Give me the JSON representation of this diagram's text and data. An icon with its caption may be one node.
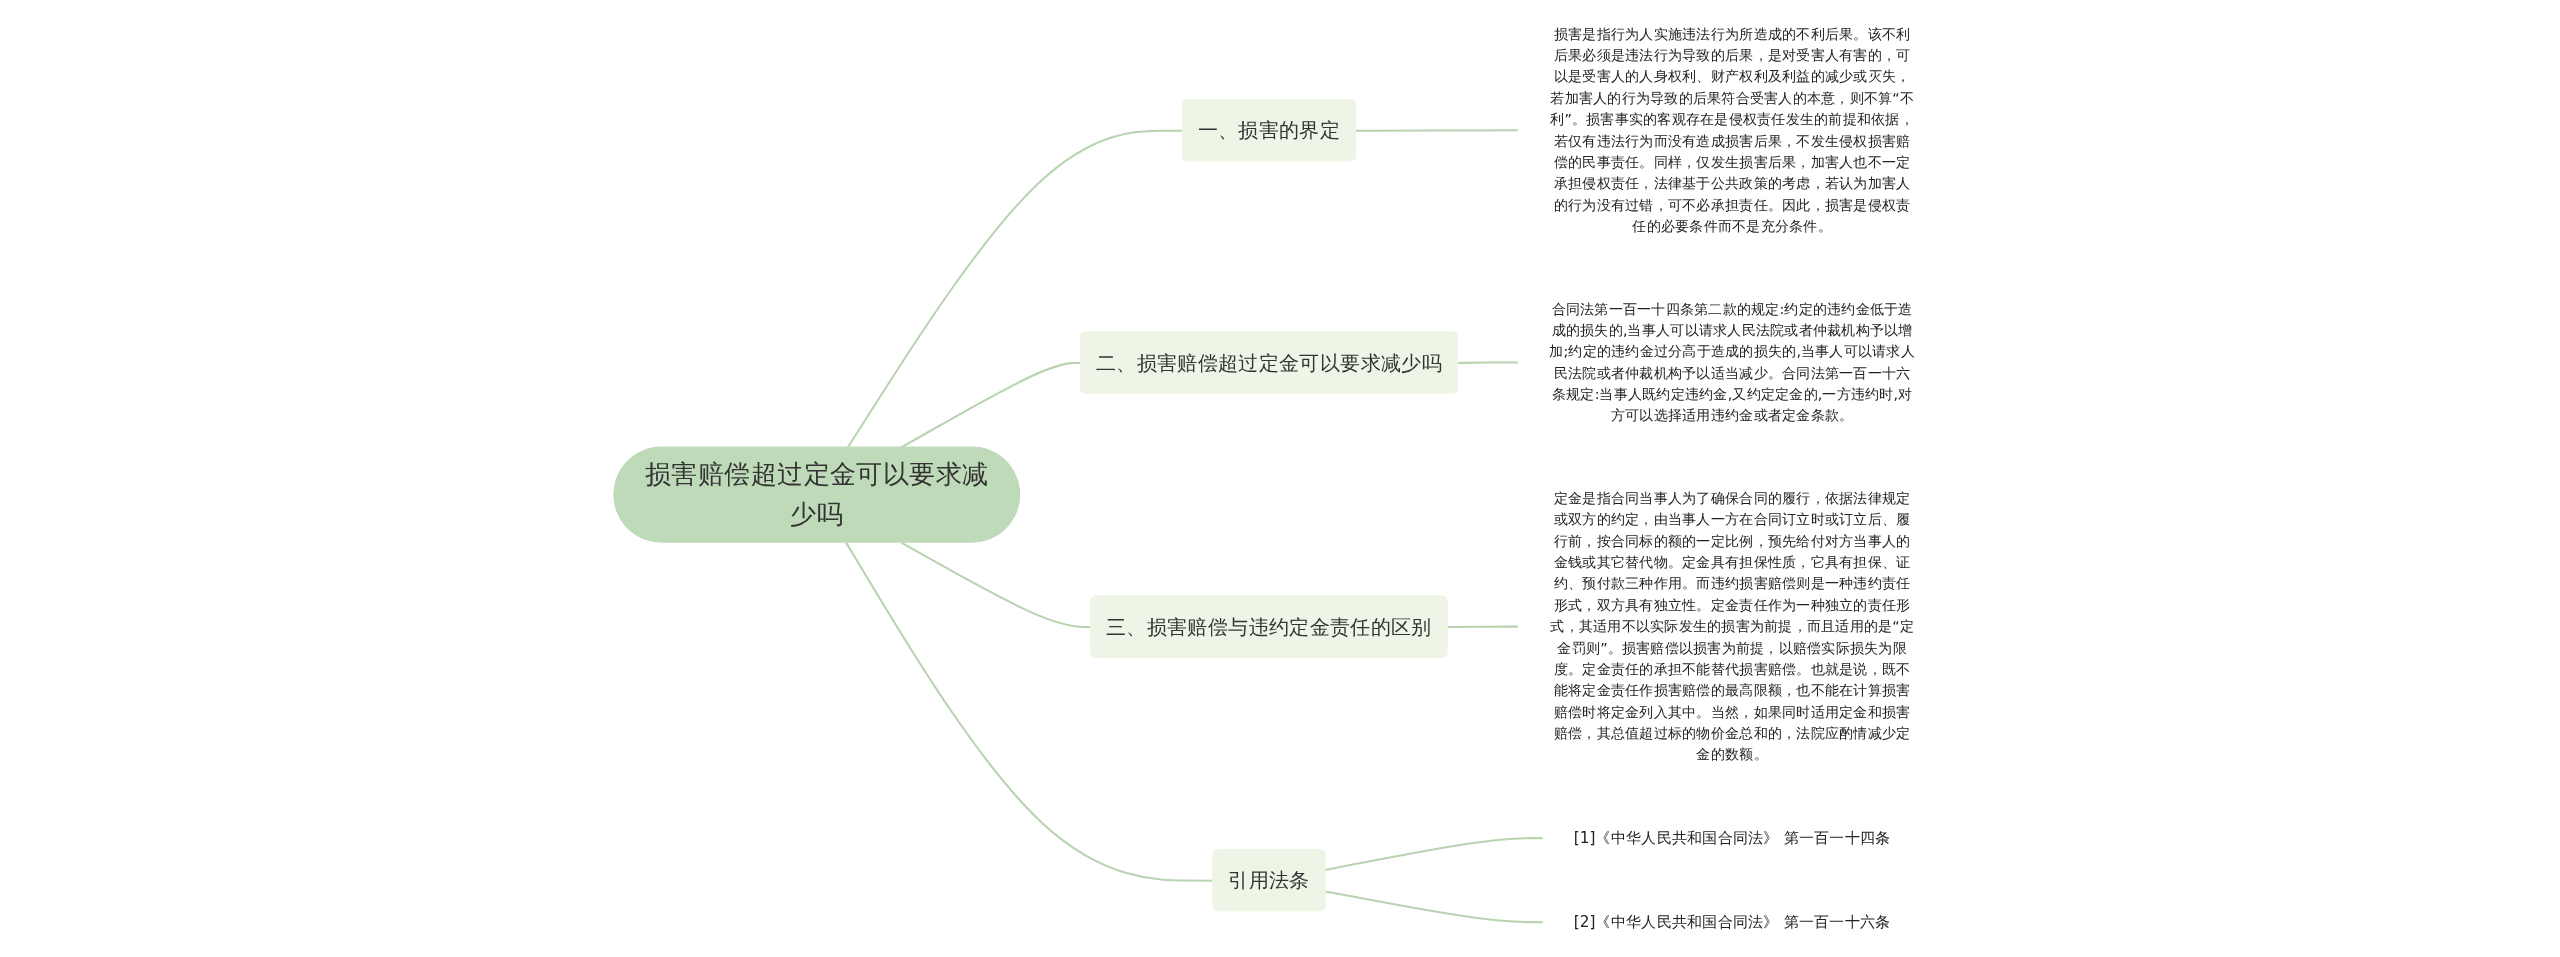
{
  "diagram": {
    "nodes": [
      {
        "text": [
          "损害赔偿超过定金可以要求减少吗"
        ]
      },
      {
        "text": [
          "一、损害的界定"
        ]
      },
      {
        "text": [
          "损害是指行为人实施违法行为所造成的不利后果。该不利后果必须是违法行为导致的后果，是对受害人有害的，可以是受害人的人身权利、财产权利及利益的减少或灭失，若加害人的行为导致的后果符合受害人的本意，则不算“不利”。损害事实的客观存在是侵权责任发生的前提和依据，若仅有违法行为而没有造成损害后果，不发生侵权损害赔偿的民事责任。同样，仅发生损害后果，加害人也不一定承担侵权责任，法律基于公共政策的考虑，若认为加害人的行为没有过错，可不必承担责任。因此，损害是侵权责任的必要条件而不是充分条件。"
        ]
      },
      {
        "text": [
          "二、损害赔偿超过定金可以要求减少吗"
        ]
      },
      {
        "text": [
          "合同法第一百一十四条第二款的规定:约定的违约金低于造成的损失的,当事人可以请求人民法院或者仲裁机构予以增加;约定的违约金过分高于造成的损失的,当事人可以请求人民法院或者仲裁机构予以适当减少。合同法第一百一十六条规定:当事人既约定违约金,又约定定金的,一方违约时,对方可以选择适用违约金或者定金条款。"
        ]
      },
      {
        "text": [
          "三、损害赔偿与违约定金责任的区别"
        ]
      },
      {
        "text": [
          "定金是指合同当事人为了确保合同的履行，依据法律规定或双方的约定，由当事人一方在合同订立时或订立后、履行前，按合同标的额的一定比例，预先给付对方当事人的金钱或其它替代物。定金具有担保性质，它具有担保、证约、预付款三种作用。而违约损害赔偿则是一种违约责任形式，双方具有独立性。定金责任作为一种独立的责任形式，其适用不以实际发生的损害为前提，而且适用的是“定金罚则”。损害赔偿以损害为前提，以赔偿实际损失为限度。定金责任的承担不能替代损害赔偿。也就是说，既不能将定金责任作损害赔偿的最高限额，也不能在计算损害赔偿时将定金列入其中。当然，如果同时适用定金和损害赔偿，其总值超过标的物价金总和的，法院应酌情减少定金的数额。"
        ]
      },
      {
        "text": [
          "引用法条"
        ]
      },
      {
        "text": [
          "[1]《中华人民共和国合同法》 第一百一十四条"
        ]
      },
      {
        "text": [
          "[2]《中华人民共和国合同法》 第一百一十六条"
        ]
      }
    ],
    "edges": [
      {
        "from": 0,
        "to": 1,
        "arrow": "none"
      },
      {
        "from": 1,
        "to": 2,
        "arrow": "none"
      },
      {
        "from": 0,
        "to": 3,
        "arrow": "none"
      },
      {
        "from": 3,
        "to": 4,
        "arrow": "none"
      },
      {
        "from": 0,
        "to": 5,
        "arrow": "none"
      },
      {
        "from": 5,
        "to": 6,
        "arrow": "none"
      },
      {
        "from": 0,
        "to": 7,
        "arrow": "none"
      },
      {
        "from": 7,
        "to": 8,
        "arrow": "none"
      },
      {
        "from": 7,
        "to": 9,
        "arrow": "none"
      }
    ]
  }
}
